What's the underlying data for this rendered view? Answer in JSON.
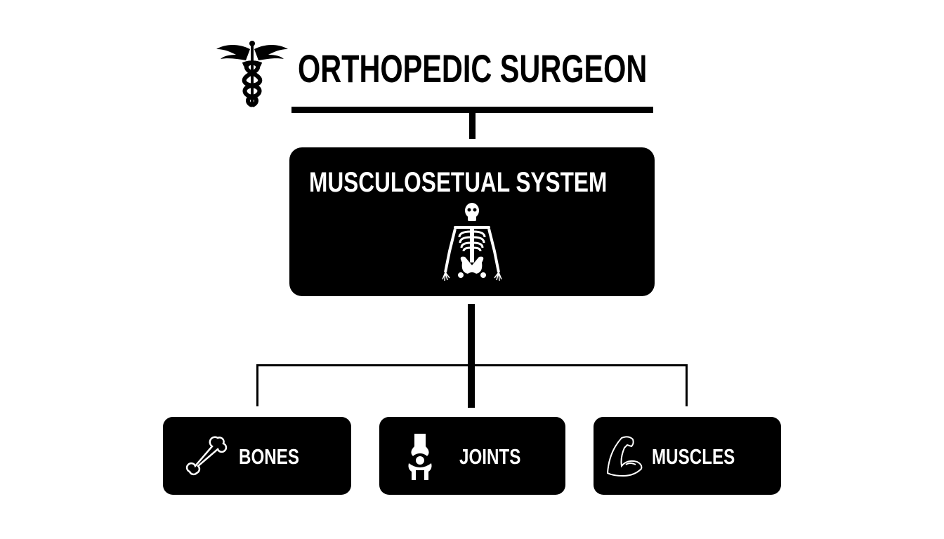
{
  "header": {
    "title": "ORTHOPEDIC SURGEON",
    "logo_icon": "caduceus-icon"
  },
  "main_node": {
    "title": "MUSCULOSETUAL SYSTEM",
    "icon": "skeleton-icon"
  },
  "children": [
    {
      "label": "BONES",
      "icon": "bone-icon"
    },
    {
      "label": "JOINTS",
      "icon": "knee-joint-icon"
    },
    {
      "label": "MUSCLES",
      "icon": "flexed-arm-icon"
    }
  ],
  "colors": {
    "node": "#000000",
    "text": "#ffffff",
    "background": "#ffffff"
  }
}
